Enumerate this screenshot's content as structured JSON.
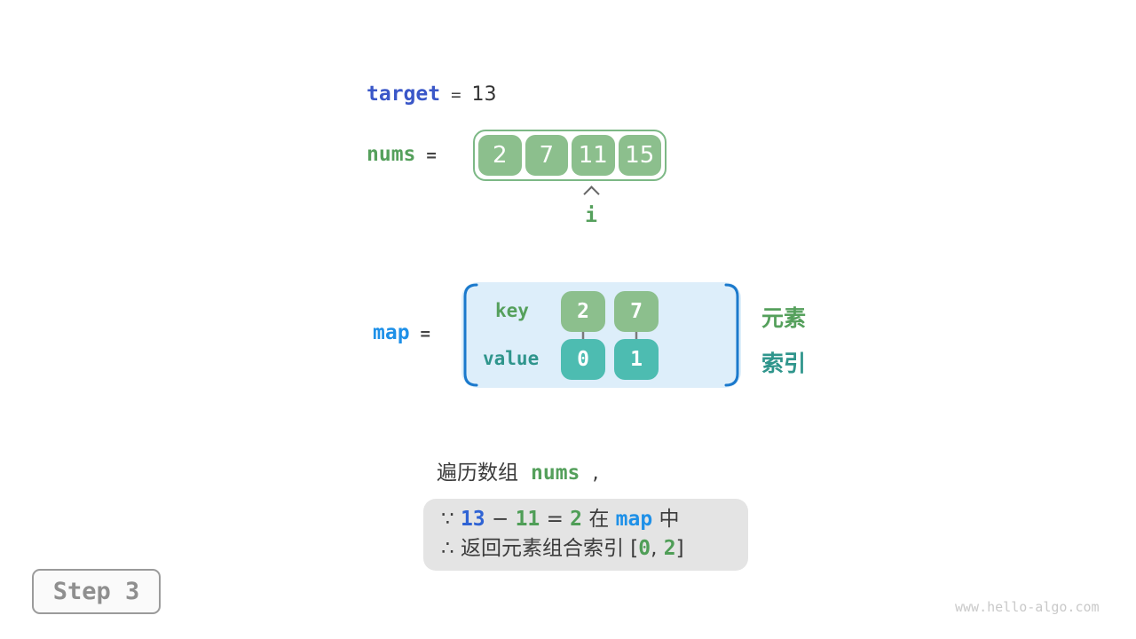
{
  "colors": {
    "indigo_blue": "#3a57c8",
    "bright_blue": "#1e90e8",
    "green_text": "#55a05c",
    "green_box_fill": "#8cbf8d",
    "green_border": "#7cb885",
    "teal_box_fill": "#4dbcb1",
    "teal_text": "#2f958c",
    "dark_text": "#3c3c3c",
    "map_container_bg": "#ddeefa",
    "bracket_blue": "#1b79cc",
    "note_box_bg": "#e4e4e4",
    "arrow_gray": "#7a7a7a"
  },
  "target_row": {
    "label": "target",
    "equals": "=",
    "value": "13"
  },
  "nums_row": {
    "label": "nums",
    "equals": "=",
    "cells": [
      "2",
      "7",
      "11",
      "15"
    ]
  },
  "pointer": {
    "label": "i"
  },
  "map_row": {
    "label": "map",
    "equals": "=",
    "key_label": "key",
    "value_label": "value",
    "keys": [
      "2",
      "7"
    ],
    "values": [
      "0",
      "1"
    ],
    "element_label": "元素",
    "index_label": "索引"
  },
  "caption": {
    "prefix": "遍历数组",
    "code": "nums",
    "comma": ","
  },
  "note": {
    "because": "∵",
    "minuend": "13",
    "minus": "−",
    "subtrahend": "11",
    "equals": "=",
    "difference": "2",
    "in_word": "在",
    "map_word": "map",
    "zhong_word": "中",
    "therefore": "∴",
    "return_text": "返回元素组合索引",
    "bracket_open": "[",
    "index_a": "0",
    "comma": ",",
    "index_b": "2",
    "bracket_close": "]"
  },
  "step_badge": {
    "label": "Step 3"
  },
  "watermark": "www.hello-algo.com"
}
